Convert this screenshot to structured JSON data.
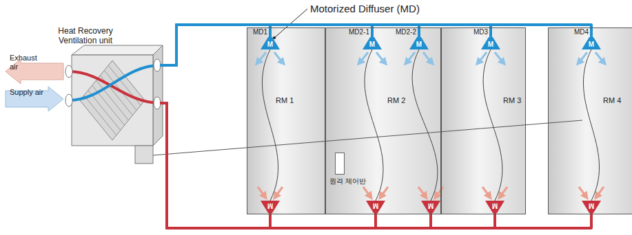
{
  "diagram": {
    "nodes": [
      {
        "text": [
          "Heat Recovery Ventilation unit"
        ]
      },
      {
        "text": [
          "RM 1"
        ]
      },
      {
        "text": [
          "M"
        ],
        "in": 1
      },
      {
        "text": [
          "M"
        ],
        "in": 1
      },
      {
        "text": [
          "RM 2"
        ]
      },
      {
        "text": [
          "M"
        ],
        "in": 4
      },
      {
        "text": [
          "M"
        ],
        "in": 4
      },
      {
        "text": [
          "원격 제어반"
        ],
        "in": 4
      },
      {
        "text": [
          "M"
        ],
        "in": 4
      },
      {
        "text": [
          "M"
        ],
        "in": 4
      },
      {
        "text": [
          "RM 3"
        ]
      },
      {
        "text": [
          "M"
        ],
        "in": 10
      },
      {
        "text": [
          "M"
        ],
        "in": 10
      },
      {
        "text": [
          "RM 4"
        ]
      },
      {
        "text": [
          "M"
        ],
        "in": 13
      },
      {
        "text": [
          "M"
        ],
        "in": 13
      }
    ],
    "edges": [
      {
        "from": 0,
        "to": 2,
        "arrow": "none"
      },
      {
        "from": 0,
        "to": 5,
        "arrow": "none"
      },
      {
        "from": 0,
        "to": 6,
        "arrow": "none"
      },
      {
        "from": 0,
        "to": 11,
        "arrow": "none"
      },
      {
        "from": 0,
        "to": 14,
        "arrow": "none"
      },
      {
        "from": 0,
        "to": 3,
        "arrow": "none"
      },
      {
        "from": 0,
        "to": 8,
        "arrow": "none"
      },
      {
        "from": 0,
        "to": 9,
        "arrow": "none"
      },
      {
        "from": 0,
        "to": 12,
        "arrow": "none"
      },
      {
        "from": 0,
        "to": 15,
        "arrow": "none"
      },
      {
        "from": 2,
        "to": 3,
        "arrow": "none"
      },
      {
        "from": 5,
        "to": 8,
        "arrow": "none"
      },
      {
        "from": 6,
        "to": 9,
        "arrow": "none"
      },
      {
        "from": 11,
        "to": 12,
        "arrow": "none"
      },
      {
        "from": 14,
        "to": 15,
        "arrow": "none"
      }
    ],
    "labels": [
      "Motorized Diffuser (MD)",
      "Exhaust air",
      "Supply air",
      "MD1",
      "MD2-1",
      "MD2-2",
      "MD3",
      "MD4"
    ]
  }
}
